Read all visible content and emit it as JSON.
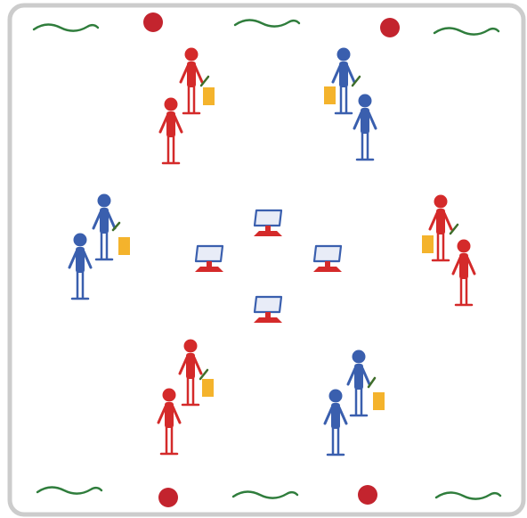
{
  "palette": {
    "frame_fill": "#ffffff",
    "frame_stroke": "#cccccc",
    "red_team": "#d42a2a",
    "blue_team": "#3a5fae",
    "clipboard": "#f4b32c",
    "pen": "#3f6e2b",
    "grass_wave": "#2f7d3c",
    "ball": "#c3242e",
    "monitor_screen": "#e8ecf7",
    "monitor_border": "#3a5fae",
    "monitor_stand": "#d42a2a"
  },
  "elements": {
    "figure_icon": "stick-figure-icon",
    "clipboard_icon": "clipboard-icon",
    "pen_icon": "pen-icon",
    "monitor_icon": "monitor-icon",
    "ball_icon": "ball-icon",
    "wave_icon": "grass-wave-icon"
  },
  "groups": [
    {
      "name": "group-top-left",
      "team": "red"
    },
    {
      "name": "group-top-right",
      "team": "blue"
    },
    {
      "name": "group-left",
      "team": "blue"
    },
    {
      "name": "group-right",
      "team": "red"
    },
    {
      "name": "group-bottom-left",
      "team": "red"
    },
    {
      "name": "group-bottom-right",
      "team": "blue"
    }
  ],
  "monitors_count": 4
}
